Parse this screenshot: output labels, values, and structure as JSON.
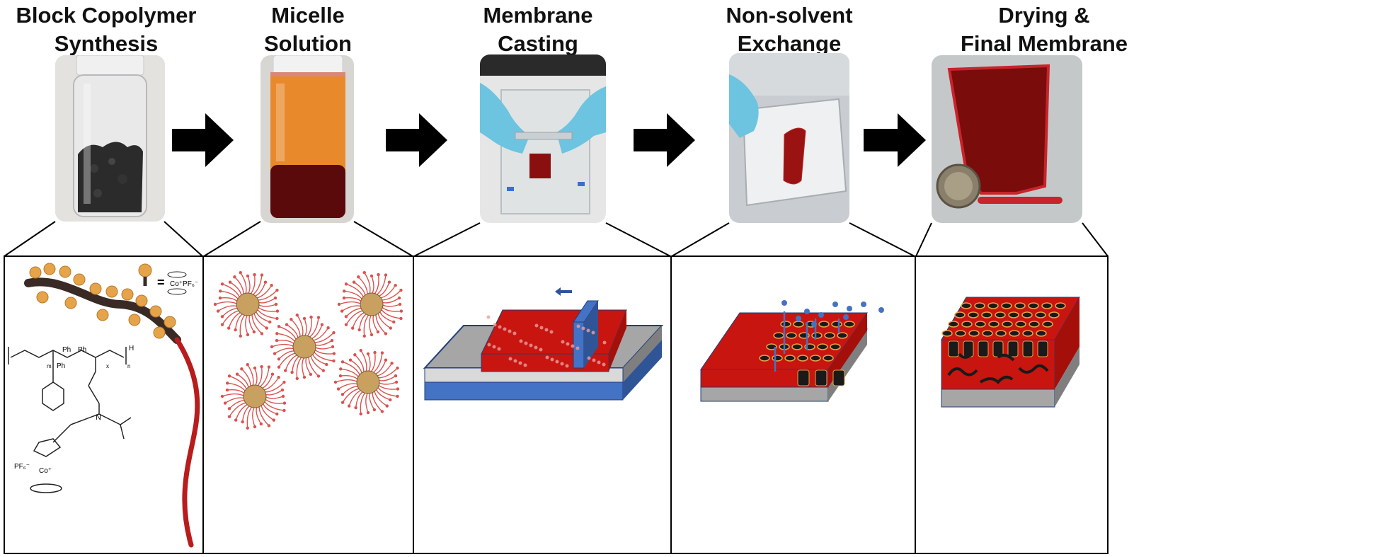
{
  "steps": [
    {
      "title_line1": "Block Copolymer",
      "title_line2": "Synthesis"
    },
    {
      "title_line1": "Micelle",
      "title_line2": "Solution"
    },
    {
      "title_line1": "Membrane",
      "title_line2": "Casting"
    },
    {
      "title_line1": "Non-solvent",
      "title_line2": "Exchange"
    },
    {
      "title_line1": "Drying &",
      "title_line2": "Final Membrane"
    }
  ],
  "legend": {
    "equals": "=",
    "cobalt_label": "Co⁺PF₆⁻"
  },
  "structure_labels": {
    "ph_top_1": "Ph",
    "ph_top_2": "Ph",
    "ph_mid": "Ph",
    "sub_m": "m",
    "sub_x": "x",
    "sub_n": "n",
    "h": "H",
    "n_atom": "N",
    "co_atom": "Co⁺",
    "pf6": "PF₆⁻"
  },
  "colors": {
    "membrane_red": "#c8150f",
    "substrate_blue": "#4472c4",
    "substrate_gray": "#a6a6a6",
    "micelle_core": "#c8a060",
    "corona": "#d9534f",
    "arrow": "#000000",
    "bead": "#e6a44a"
  },
  "icons": [
    "arrow-right-icon",
    "cobaltocenium-icon",
    "knife-icon",
    "droplet-icon"
  ]
}
